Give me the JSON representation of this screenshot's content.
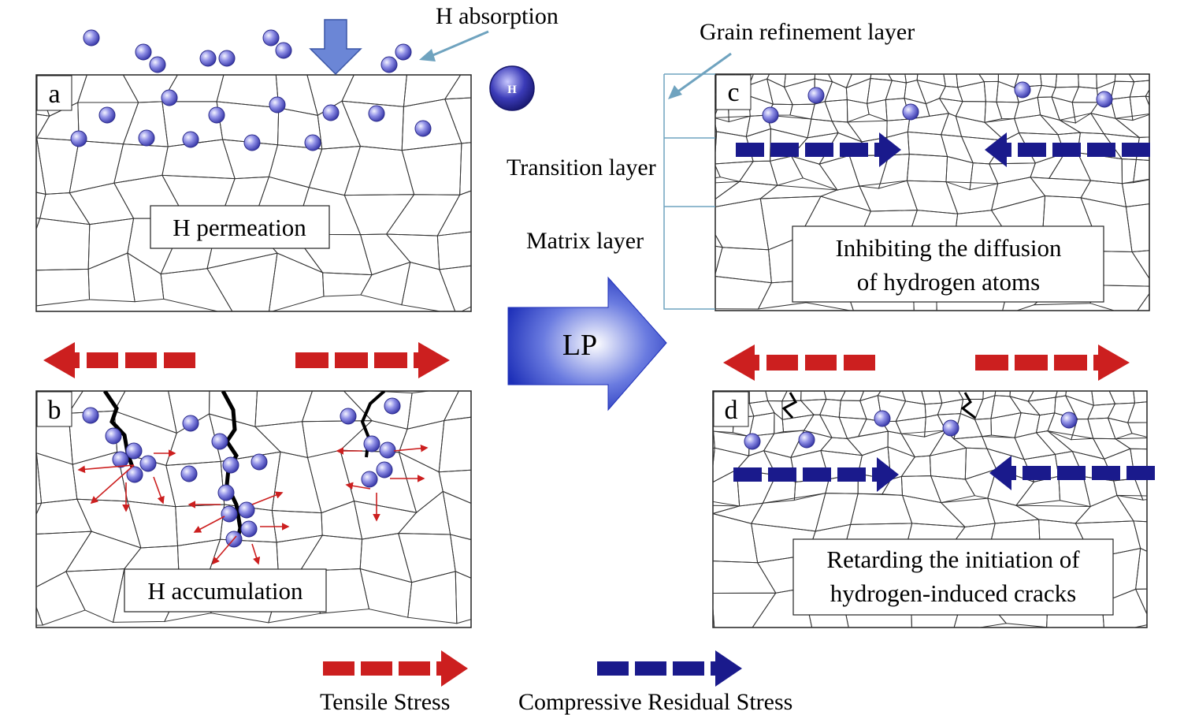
{
  "panels": {
    "a": {
      "letter": "a",
      "caption": "H permeation"
    },
    "b": {
      "letter": "b",
      "caption": "H accumulation"
    },
    "c": {
      "letter": "c",
      "caption_line1": "Inhibiting  the diffusion",
      "caption_line2": "of hydrogen atoms"
    },
    "d": {
      "letter": "d",
      "caption_line1": "Retarding the initiation of",
      "caption_line2": "hydrogen-induced cracks"
    }
  },
  "labels": {
    "h_absorption": "H absorption",
    "grain_refinement": "Grain refinement layer",
    "transition": "Transition layer",
    "matrix": "Matrix layer",
    "lp": "LP",
    "h_atom": "H"
  },
  "legend": {
    "tensile": "Tensile  Stress",
    "compressive": "Compressive Residual Stress"
  },
  "colors": {
    "tensile": "#cc1f1f",
    "compressive": "#1a1a8c",
    "atom_edge": "#2b2b8a",
    "grain_line": "#333333",
    "leader": "#6fa3bf",
    "lp_arrow": "#2f3fbf"
  }
}
